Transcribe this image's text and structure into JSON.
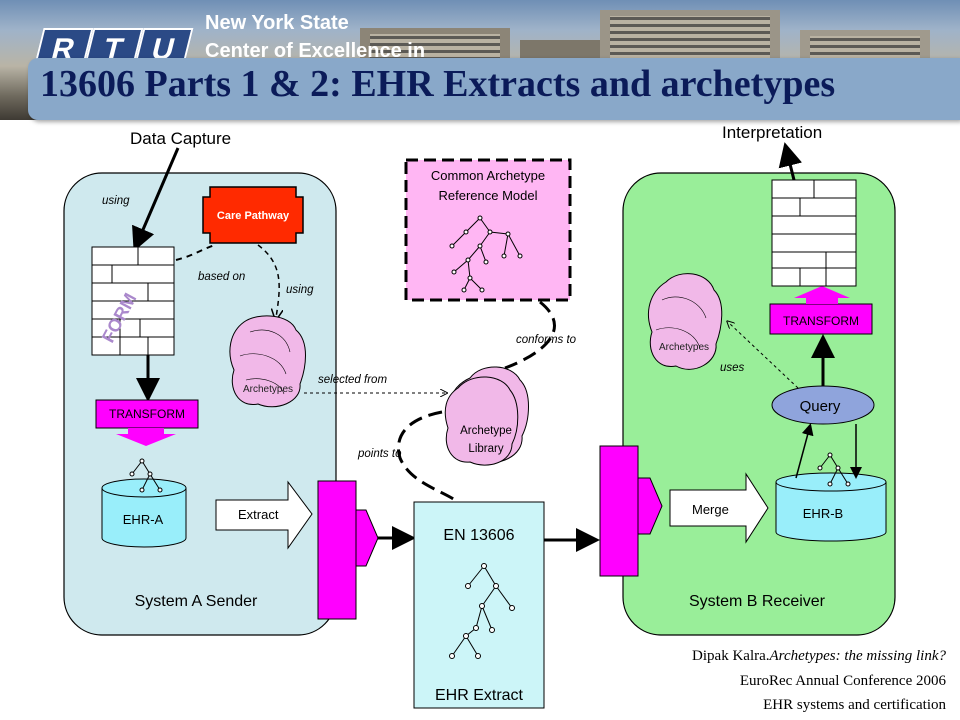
{
  "header": {
    "logo_letters": [
      "R",
      "T",
      "U"
    ],
    "org_line1": "New York State",
    "org_line2": "Center of Excellence in",
    "title": "13606 Parts 1 & 2: EHR Extracts and archetypes",
    "colors": {
      "title_bar": "#89a8c9",
      "title_text": "#0b1b59",
      "logo_blue": "#2b4a86"
    }
  },
  "diagram": {
    "top_labels": {
      "data_capture": "Data Capture",
      "interpretation": "Interpretation"
    },
    "system_a": {
      "label": "System A Sender",
      "using_1": "using",
      "care_pathway": "Care Pathway",
      "based_on": "based on",
      "using_2": "using",
      "form": "FORM",
      "archetypes": "Archetypes",
      "transform": "TRANSFORM",
      "ehr": "EHR-A",
      "extract": "Extract"
    },
    "reference_model": {
      "line1": "Common Archetype",
      "line2": "Reference Model"
    },
    "middle": {
      "conforms_to": "conforms to",
      "selected_from": "selected from",
      "points_to": "points to",
      "library_line1": "Archetype",
      "library_line2": "Library"
    },
    "ehr_extract": {
      "standard": "EN 13606",
      "label": "EHR Extract"
    },
    "system_b": {
      "label": "System B Receiver",
      "archetypes": "Archetypes",
      "transform": "TRANSFORM",
      "uses": "uses",
      "query": "Query",
      "merge": "Merge",
      "ehr": "EHR-B"
    },
    "colors": {
      "system_a_bg": "#cfe9ee",
      "system_b_bg": "#99ee99",
      "magenta": "#ff00ff",
      "pink": "#ff88ff",
      "archetype_fill": "#f1b8e8",
      "care_pathway": "#ff2a00",
      "ehr_extract_bg": "#ccf5f8",
      "query_fill": "#8fa4dc",
      "rm_fill": "#ffb6f3"
    }
  },
  "citation": {
    "line1_author": "Dipak Kalra.",
    "line1_title": "Archetypes: the missing link?",
    "line2": "EuroRec Annual Conference 2006",
    "line3": "EHR systems and certification"
  }
}
